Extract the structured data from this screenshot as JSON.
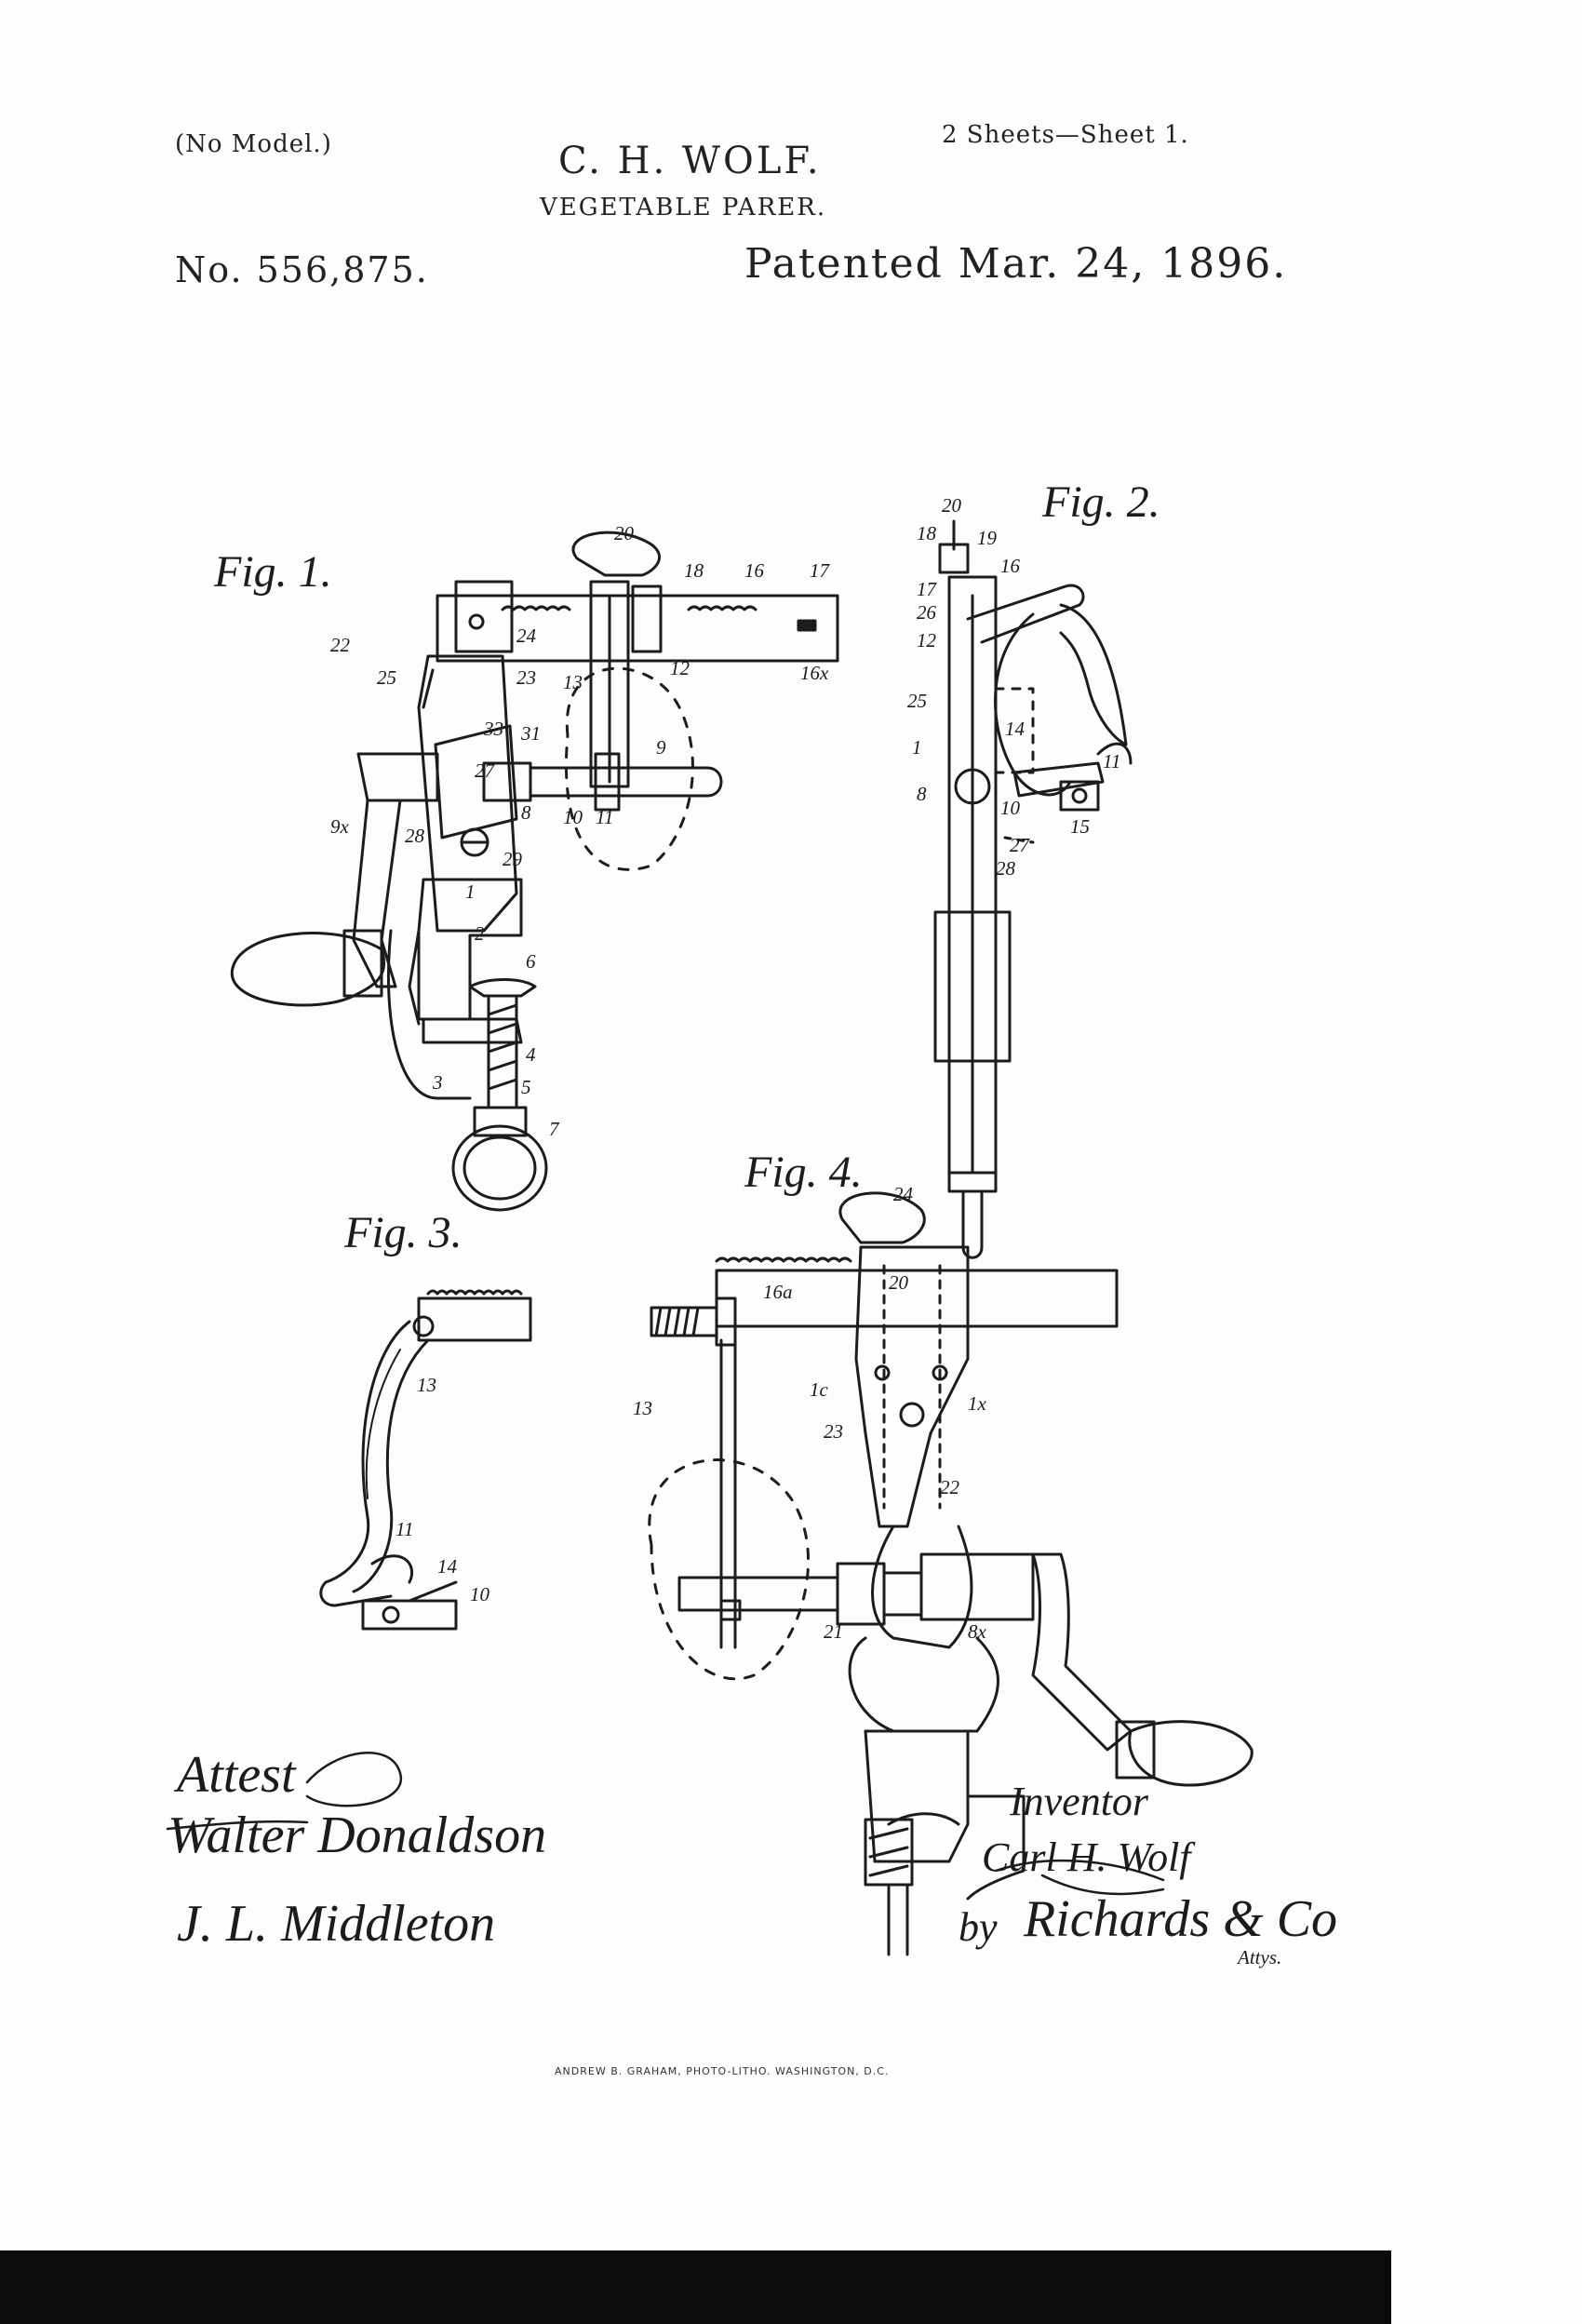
{
  "header": {
    "model": "(No Model.)",
    "inventor": "C. H. WOLF.",
    "sheets": "2 Sheets—Sheet 1.",
    "title": "VEGETABLE PARER.",
    "patent_number": "No. 556,875.",
    "patent_date": "Patented Mar. 24, 1896."
  },
  "figures": {
    "fig1": {
      "label": "Fig. 1.",
      "refs": [
        "20",
        "18",
        "16",
        "17",
        "16x",
        "22",
        "25",
        "24",
        "23",
        "13",
        "12",
        "33",
        "31",
        "27",
        "9",
        "9x",
        "8",
        "10",
        "11",
        "28",
        "29",
        "1",
        "2",
        "6",
        "3",
        "4",
        "5",
        "7"
      ]
    },
    "fig2": {
      "label": "Fig. 2.",
      "refs": [
        "20",
        "18",
        "19",
        "16",
        "17",
        "26",
        "12",
        "25",
        "1",
        "14",
        "11",
        "8",
        "10",
        "15",
        "27",
        "28"
      ]
    },
    "fig3": {
      "label": "Fig. 3.",
      "refs": [
        "13",
        "11",
        "14",
        "10"
      ]
    },
    "fig4": {
      "label": "Fig. 4.",
      "refs": [
        "24",
        "20",
        "16a",
        "13",
        "1c",
        "23",
        "1x",
        "22",
        "21",
        "8x"
      ]
    }
  },
  "signatures": {
    "attest_label": "Attest",
    "witness_1": "Walter Donaldson",
    "witness_2": "J. L. Middleton",
    "inventor_label": "Inventor",
    "inventor_name": "Carl H. Wolf",
    "by": "by",
    "attorney": "Richards & Co",
    "attys": "Attys."
  },
  "footer": {
    "lithographer": "ANDREW B. GRAHAM, PHOTO-LITHO. WASHINGTON, D.C."
  }
}
